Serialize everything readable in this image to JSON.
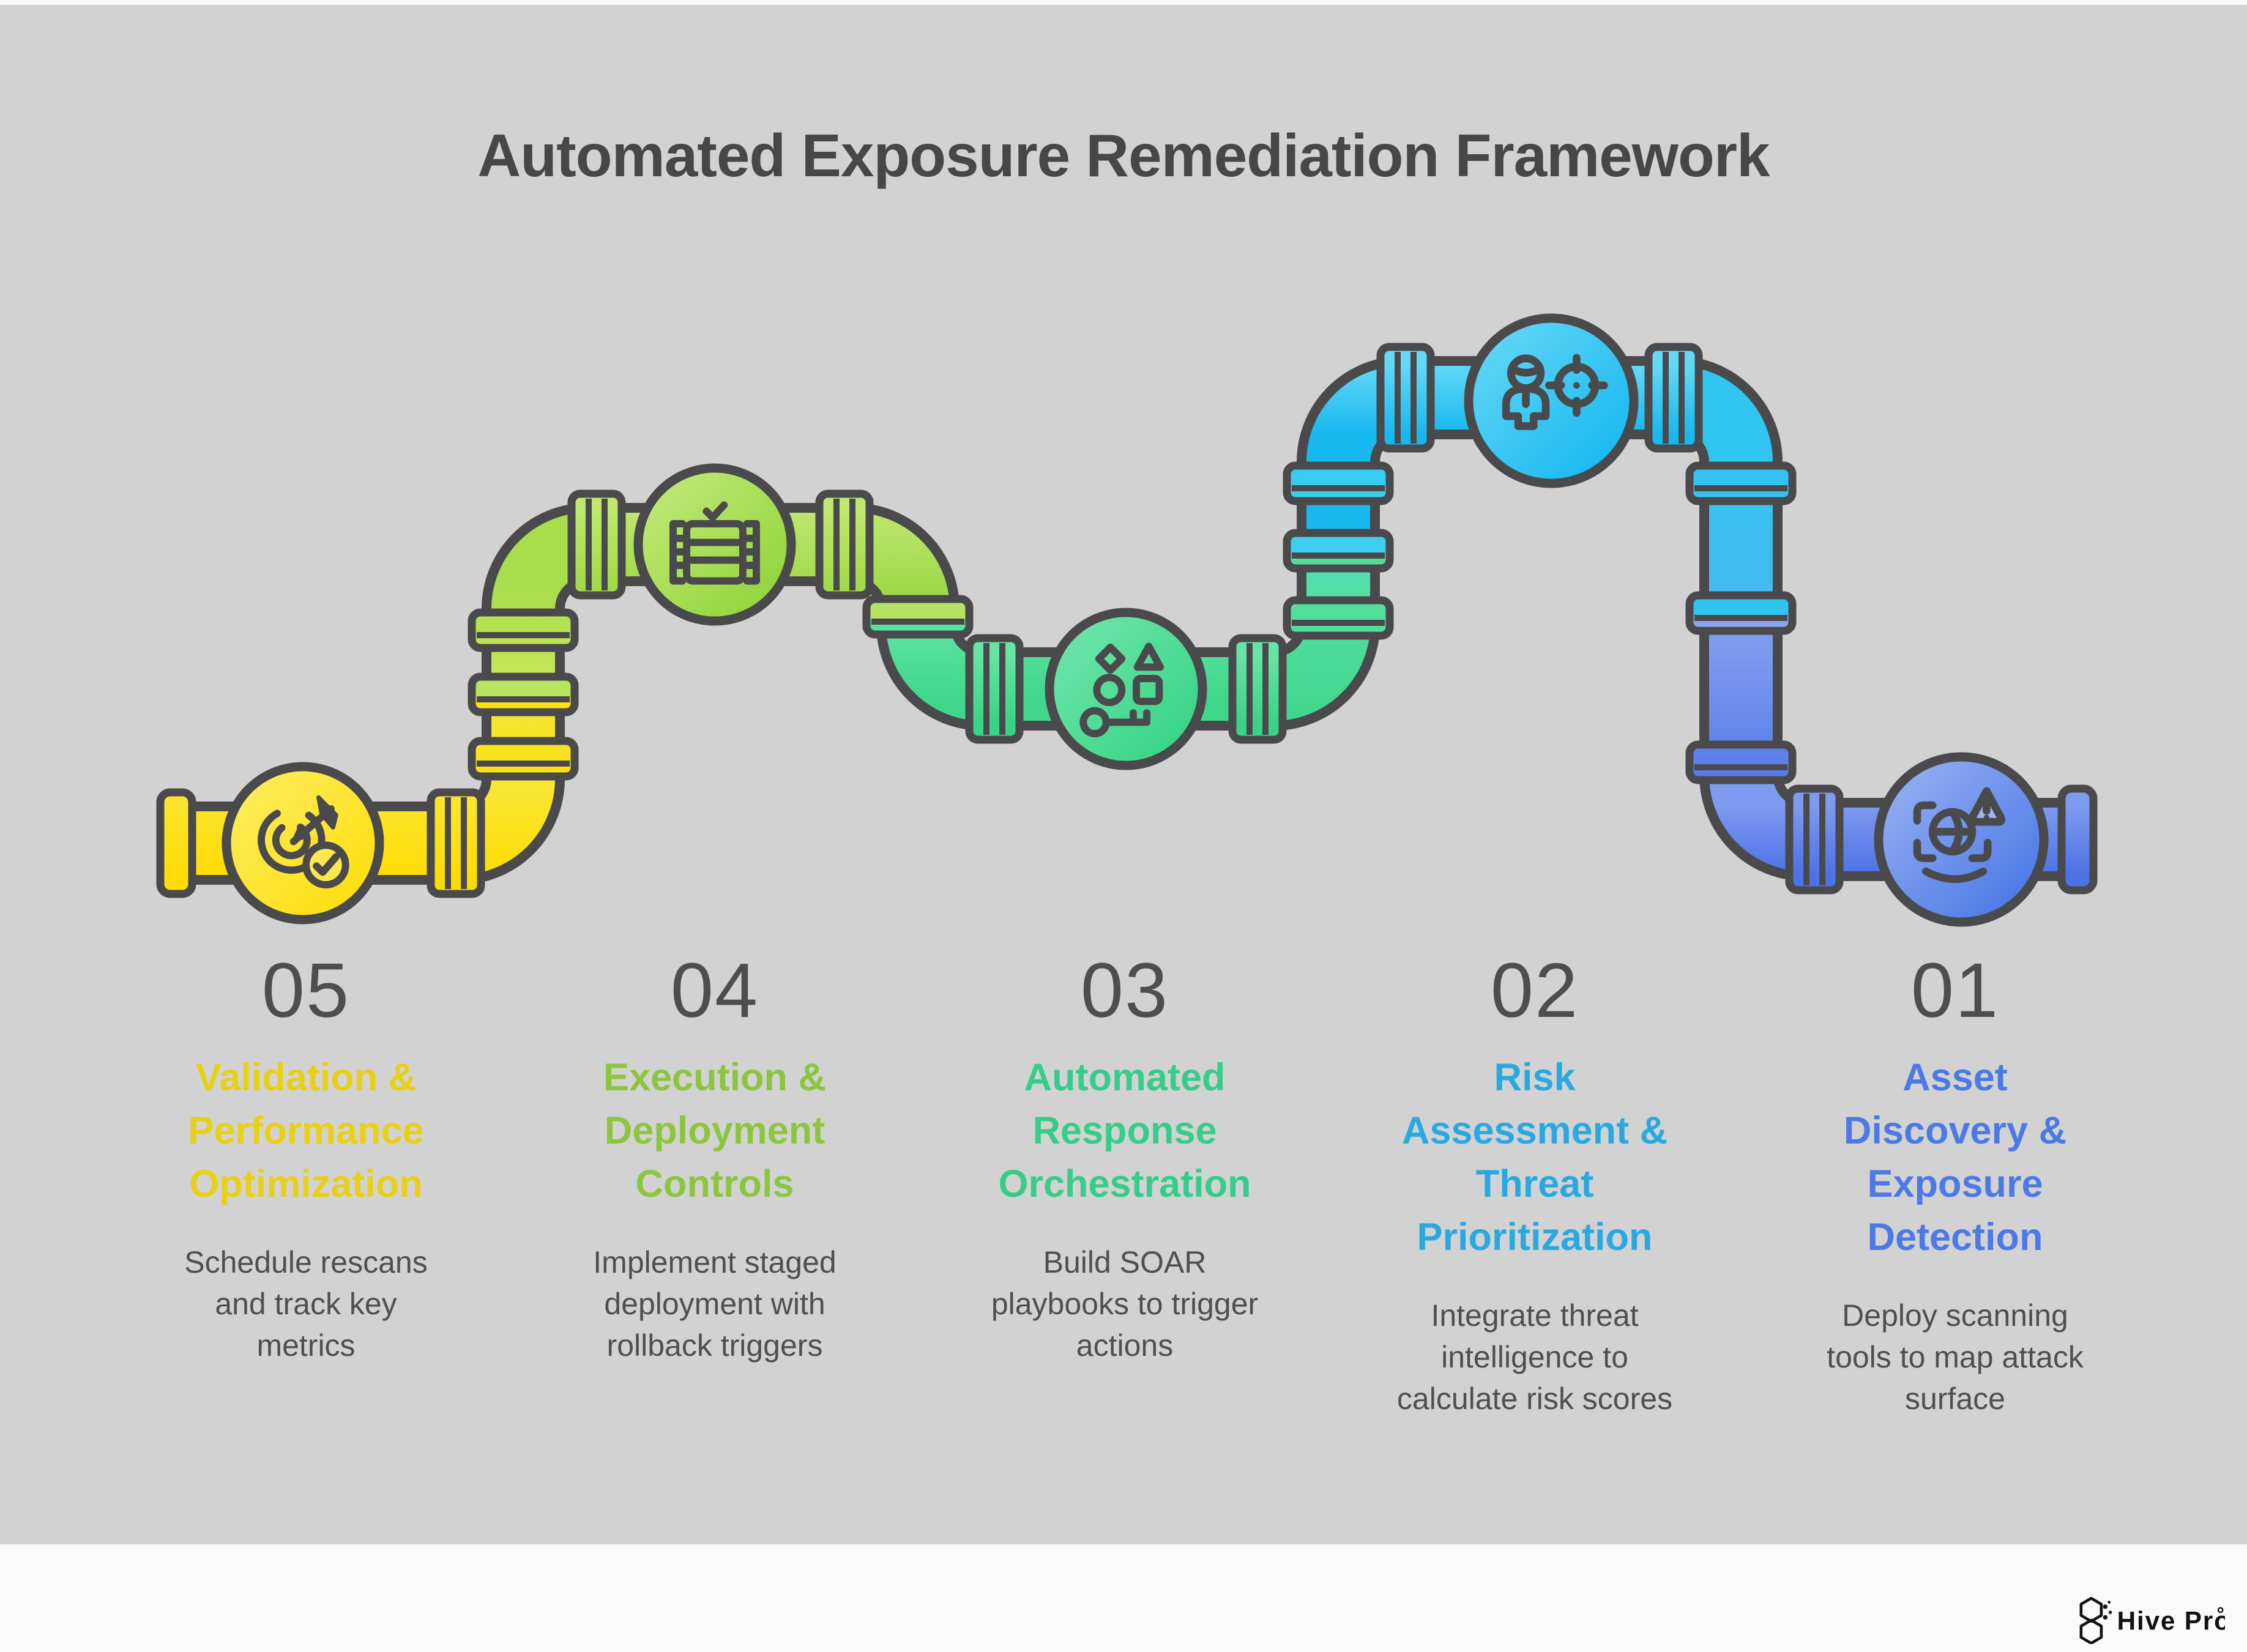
{
  "header": {
    "title": "Automated Exposure Remediation Framework"
  },
  "stages": [
    {
      "number": "05",
      "title": "Validation &\nPerformance\nOptimization",
      "description": "Schedule rescans\nand track key\nmetrics",
      "accent_color": "#e8d014",
      "icon": "target-arrow-check-icon",
      "pipe_color": "#ffdf00"
    },
    {
      "number": "04",
      "title": "Execution &\nDeployment\nControls",
      "description": "Implement staged\ndeployment with\nrollback triggers",
      "accent_color": "#8cc63e",
      "icon": "staged-deployment-server-icon",
      "pipe_color": "#9ad741"
    },
    {
      "number": "03",
      "title": "Automated\nResponse\nOrchestration",
      "description": "Build SOAR\nplaybooks to trigger\nactions",
      "accent_color": "#35cd89",
      "icon": "orchestration-shapes-key-icon",
      "pipe_color": "#3bd488"
    },
    {
      "number": "02",
      "title": "Risk\nAssessment &\nThreat\nPrioritization",
      "description": "Integrate threat\nintelligence to\ncalculate risk scores",
      "accent_color": "#29a9e1",
      "icon": "person-crosshair-icon",
      "pipe_color": "#17b8ef"
    },
    {
      "number": "01",
      "title": "Asset\nDiscovery &\nExposure\nDetection",
      "description": "Deploy scanning\ntools to map attack\nsurface",
      "accent_color": "#4b79e6",
      "icon": "scan-globe-warning-icon",
      "pipe_color": "#4c72e6"
    }
  ],
  "brand": {
    "name": "Hive Pro",
    "mark": "registered"
  },
  "style": {
    "background": "#d2d2d2",
    "outline": "#4a4a4d",
    "title_color": "#474747",
    "number_color": "#4e4e4e",
    "description_color": "#4f4f4f"
  }
}
